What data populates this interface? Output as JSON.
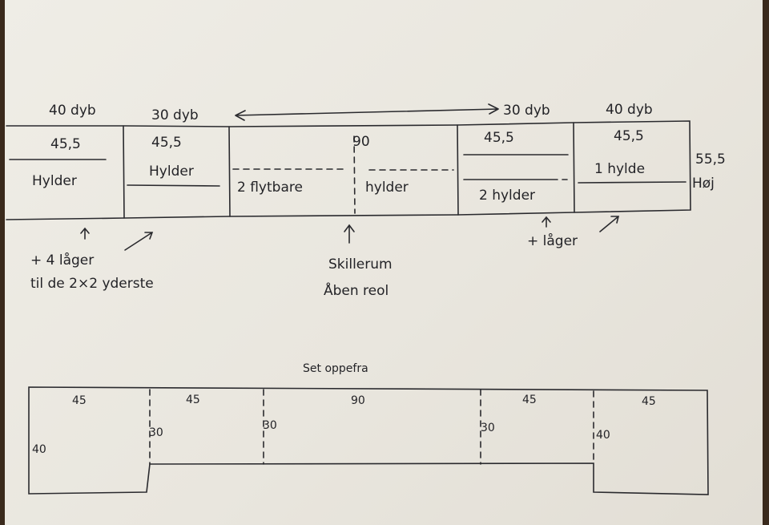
{
  "front_view": {
    "sections": [
      {
        "depth": "40 dyb",
        "width": "45,5",
        "content": "Hylder"
      },
      {
        "depth": "30 dyb",
        "width": "45,5",
        "content": "Hylder"
      },
      {
        "width": "90",
        "content_left": "2 flytbare",
        "content_right": "hylder"
      },
      {
        "depth": "30 dyb",
        "width": "45,5",
        "content": "2 hylder"
      },
      {
        "depth": "40 dyb",
        "width": "45,5",
        "content": "1 hylde"
      }
    ],
    "height_label": "55,5",
    "height_unit": "Høj",
    "note_left_line1": "+ 4 låger",
    "note_left_line2": "til de 2×2 yderste",
    "note_center_line1": "Skillerum",
    "note_center_line2": "Åben reol",
    "note_right": "+ låger"
  },
  "top_view": {
    "title": "Set oppefra",
    "widths": [
      "45",
      "45",
      "90",
      "45",
      "45"
    ],
    "depths": [
      "40",
      "30",
      "30",
      "30",
      "40"
    ]
  }
}
